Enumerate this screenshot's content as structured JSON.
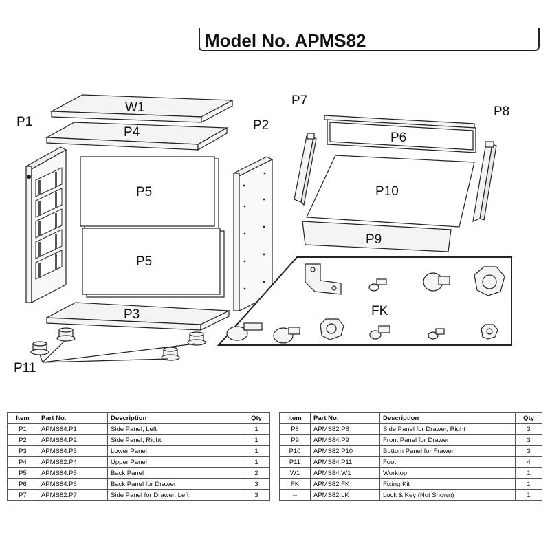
{
  "header": {
    "model_text": "Model No. APMS82"
  },
  "labels": {
    "w1": "W1",
    "p4": "P4",
    "p1": "P1",
    "p5_top": "P5",
    "p5_bottom": "P5",
    "p2": "P2",
    "p3": "P3",
    "p11": "P11",
    "p7": "P7",
    "p6": "P6",
    "p8": "P8",
    "p10": "P10",
    "p9": "P9",
    "fk": "FK"
  },
  "parts_table": {
    "headers": [
      "Item",
      "Part No.",
      "Description",
      "Qty"
    ],
    "left": [
      [
        "P1",
        "APMS84.P1",
        "Side Panel, Left",
        "1"
      ],
      [
        "P2",
        "APMS84.P2",
        "Side Panel, Right",
        "1"
      ],
      [
        "P3",
        "APMS84.P3",
        "Lower Panel",
        "1"
      ],
      [
        "P4",
        "APMS82.P4",
        "Upper Panel",
        "1"
      ],
      [
        "P5",
        "APMS84.P5",
        "Back Panel",
        "2"
      ],
      [
        "P6",
        "APMS84.P6",
        "Back Panel for Drawer",
        "3"
      ],
      [
        "P7",
        "APMS82.P7",
        "Side Panel for Drawer, Left",
        "3"
      ]
    ],
    "right": [
      [
        "P8",
        "APMS82.P8",
        "Side Panel for Drawer, Right",
        "3"
      ],
      [
        "P9",
        "APMS84.P9",
        "Front Panel for Drawer",
        "3"
      ],
      [
        "P10",
        "APMS82.P10",
        "Bottom Panel for Frawer",
        "3"
      ],
      [
        "P11",
        "APMS84.P11",
        "Foot",
        "4"
      ],
      [
        "W1",
        "APMS84.W1",
        "Worktop",
        "1"
      ],
      [
        "FK",
        "APMS82.FK",
        "Fixing Kit",
        "1"
      ],
      [
        "--",
        "APMS82.LK",
        "Lock & Key (Not Shown)",
        "1"
      ]
    ]
  }
}
